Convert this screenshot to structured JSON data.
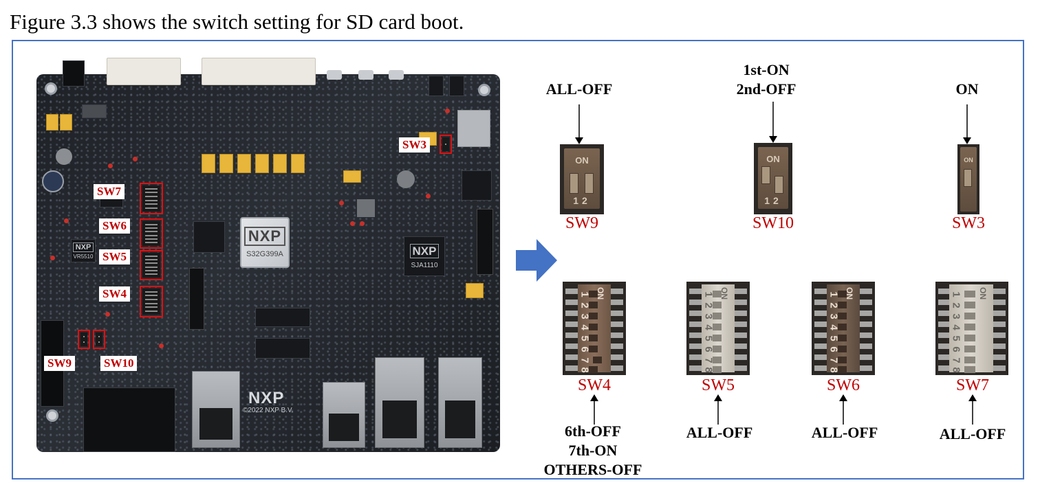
{
  "caption": "Figure 3.3 shows the switch setting for SD card boot.",
  "board": {
    "soc_logo": "NXP",
    "soc_part": "S32G399A",
    "switch_chip_logo": "NXP",
    "switch_chip_part": "SJA1110",
    "pmic_logo": "NXP",
    "pmic_part": "VR5510",
    "board_logo": "NXP",
    "board_copyright": "©2022 NXP B.V.",
    "tags": {
      "sw3": "SW3",
      "sw7": "SW7",
      "sw6": "SW6",
      "sw5": "SW5",
      "sw4": "SW4",
      "sw9": "SW9",
      "sw10": "SW10"
    }
  },
  "switches_top": [
    {
      "name": "SW9",
      "state_lines": [
        "ALL-OFF"
      ],
      "on_mark": "ON",
      "numbers": "12"
    },
    {
      "name": "SW10",
      "state_lines": [
        "1st-ON",
        "2nd-OFF"
      ],
      "on_mark": "ON",
      "numbers": "12"
    },
    {
      "name": "SW3",
      "state_lines": [
        "ON"
      ],
      "on_mark": "ON"
    }
  ],
  "switches_bottom": [
    {
      "name": "SW4",
      "state_lines": [
        "6th-OFF",
        "7th-ON",
        "OTHERS-OFF"
      ],
      "digits": [
        "1",
        "2",
        "3",
        "4",
        "5",
        "6",
        "7",
        "8"
      ],
      "on_mark": "ON"
    },
    {
      "name": "SW5",
      "state_lines": [
        "ALL-OFF"
      ],
      "digits": [
        "1",
        "2",
        "3",
        "4",
        "5",
        "6",
        "7",
        "8"
      ],
      "on_mark": "ON"
    },
    {
      "name": "SW6",
      "state_lines": [
        "ALL-OFF"
      ],
      "digits": [
        "1",
        "2",
        "3",
        "4",
        "5",
        "6",
        "7",
        "8"
      ],
      "on_mark": "ON"
    },
    {
      "name": "SW7",
      "state_lines": [
        "ALL-OFF"
      ],
      "digits": [
        "1",
        "2",
        "3",
        "4",
        "5",
        "6",
        "7",
        "8"
      ],
      "on_mark": "ON"
    }
  ],
  "colors": {
    "frame": "#4472c4",
    "label_red": "#c00000",
    "highlight_red": "#e01010",
    "arrow_blue": "#4472c4"
  }
}
